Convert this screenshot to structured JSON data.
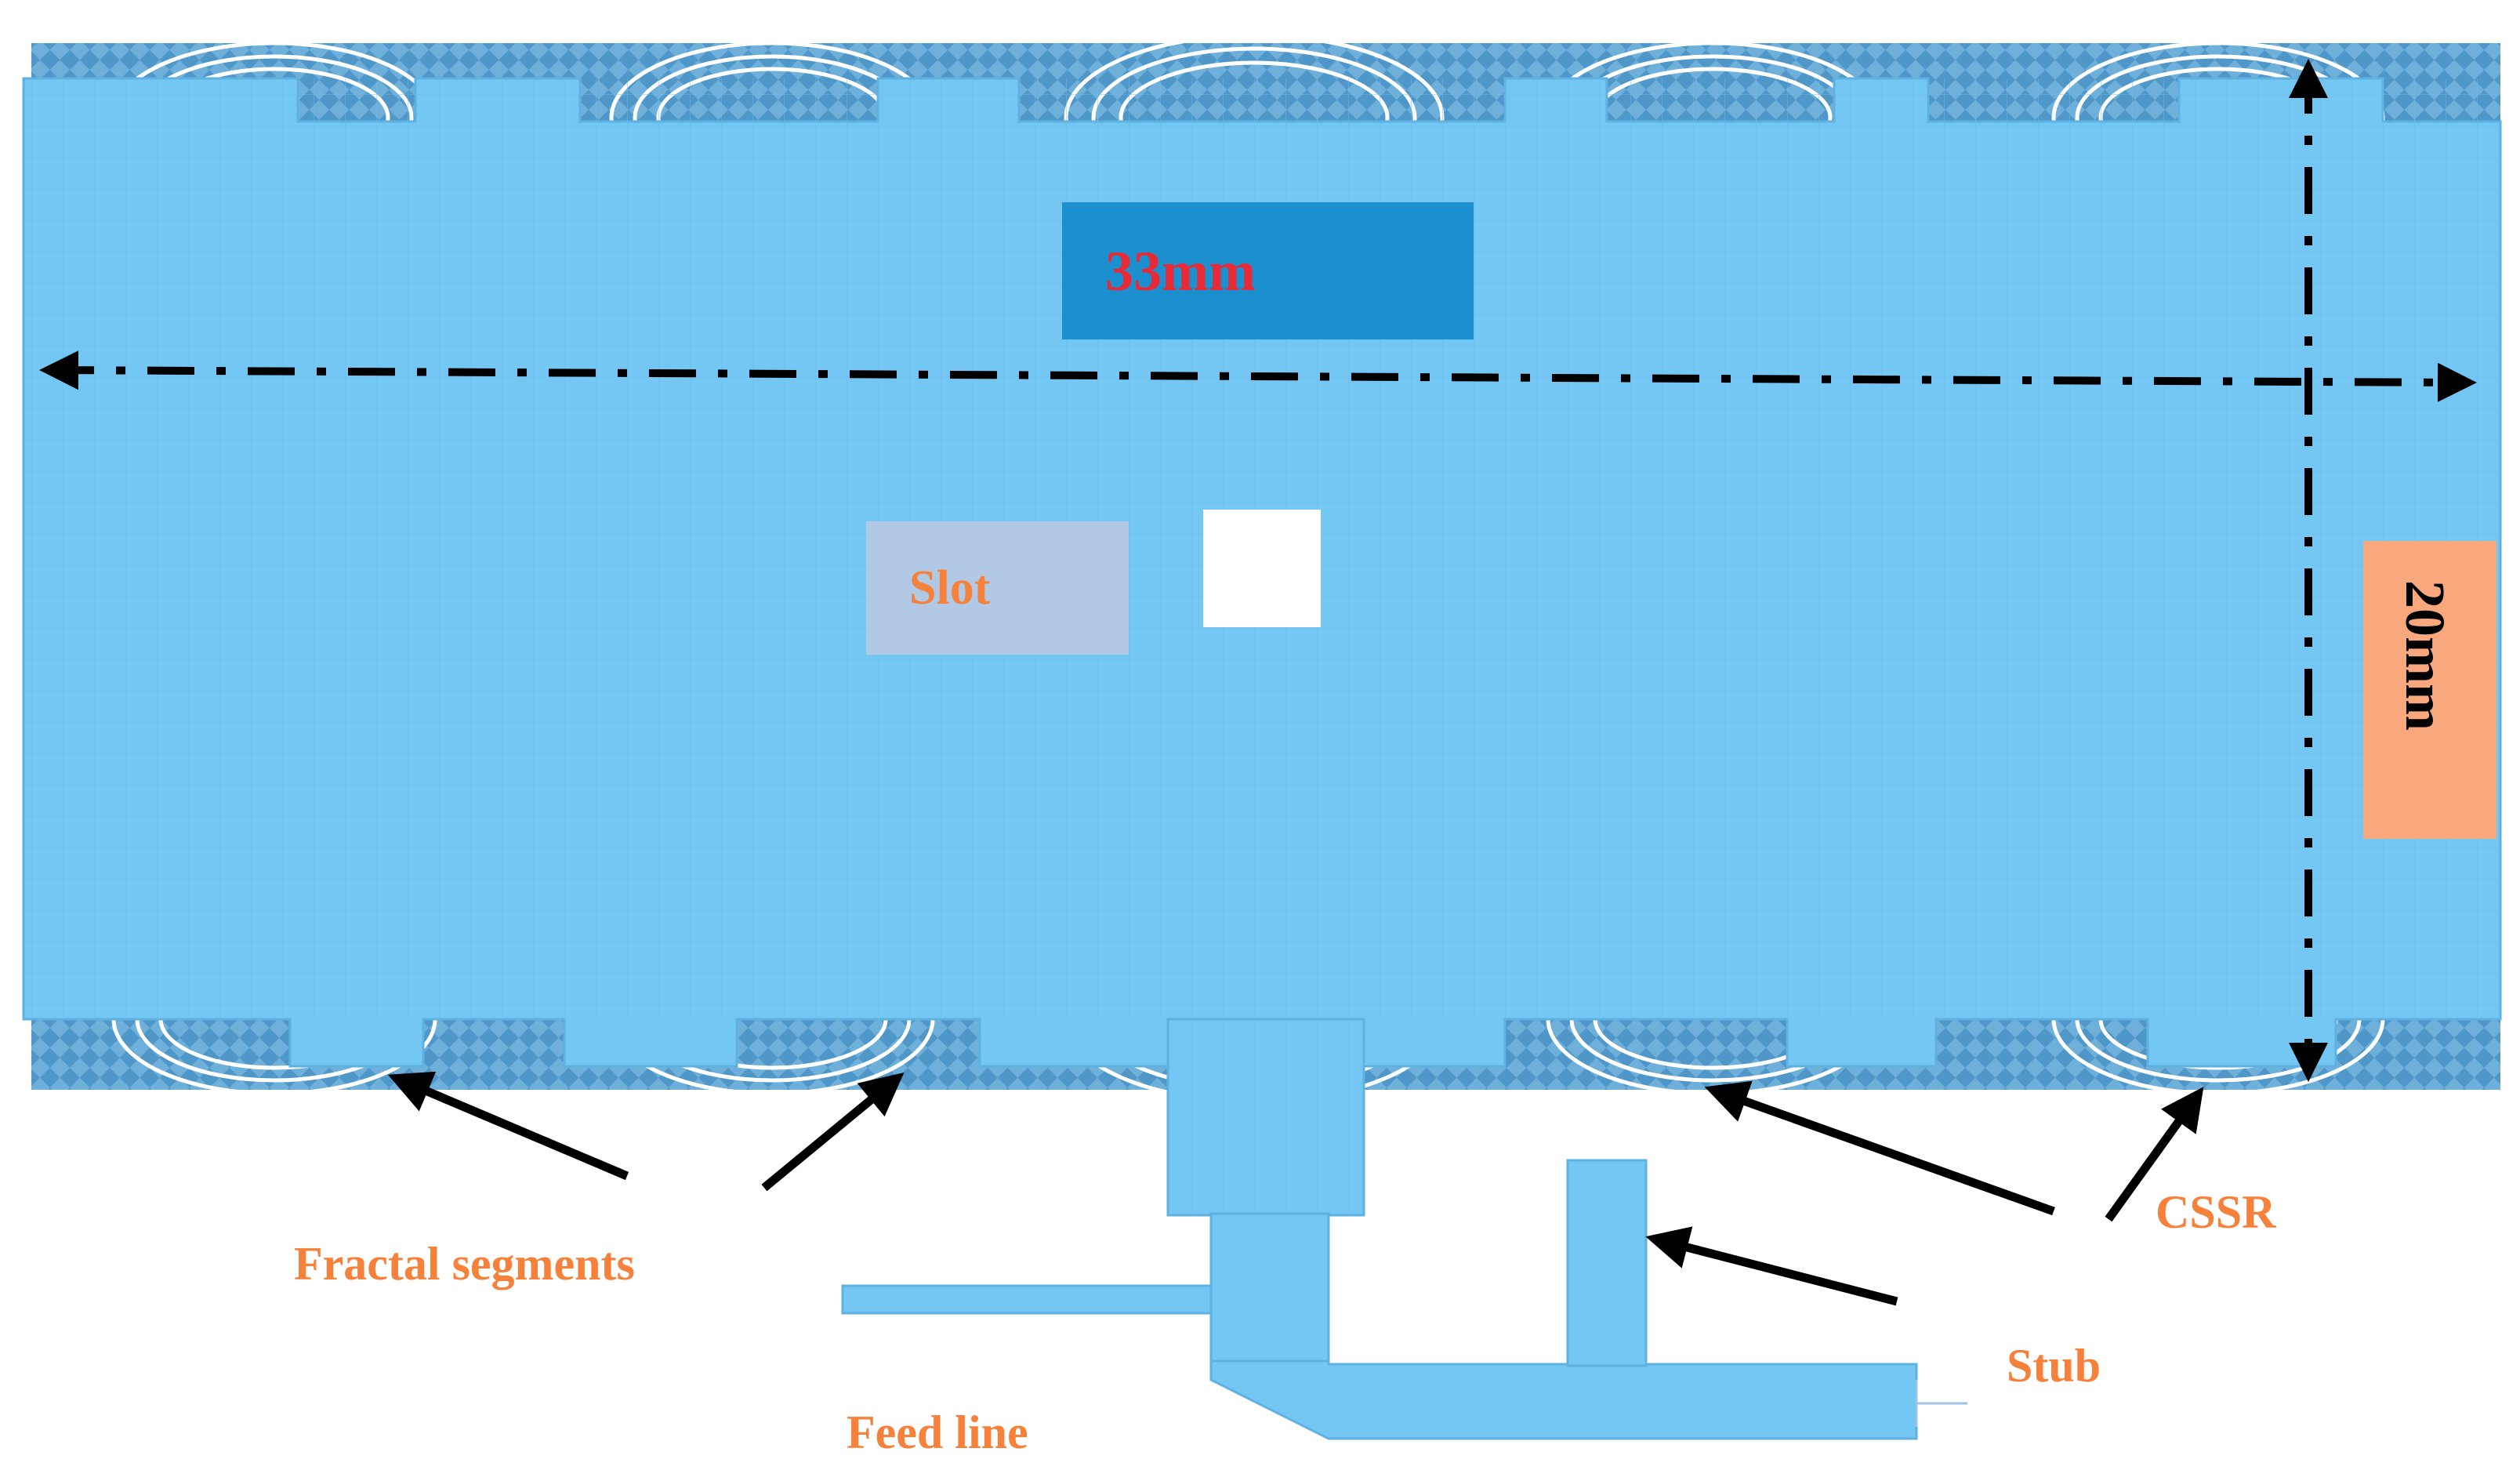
{
  "dimensions": {
    "width_label": "33mm",
    "height_label": "20mm"
  },
  "labels": {
    "slot": "Slot",
    "fractal_segments": "Fractal segments",
    "cssr": "CSSR",
    "stub": "Stub",
    "feed_line": "Feed line"
  },
  "colors": {
    "patch": "#74c7f3",
    "patch_stroke": "#5eb2e2",
    "substrate": "#4f97c8",
    "label_orange": "#f5813a",
    "width_label_red": "#e82a36",
    "width_label_box": "#1c8fcf",
    "slot_label_box": "#b2c9e6",
    "height_label_box": "#f9a77d",
    "arrow": "#000000"
  }
}
